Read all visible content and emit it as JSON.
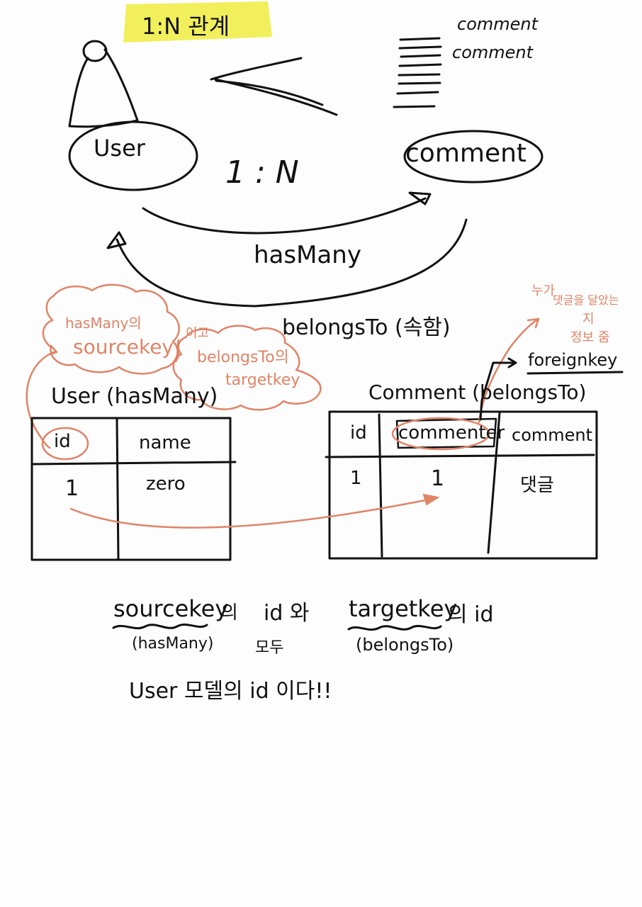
{
  "title": "1:N 관계",
  "top": {
    "comment_label_1": "comment",
    "comment_label_2": "comment",
    "user_node": "User",
    "comment_node": "comment",
    "ratio": "1 : N",
    "has_many": "hasMany",
    "belongs_to": "belongsTo (속함)"
  },
  "annotations": {
    "cloud_left_1": "hasMany의",
    "cloud_left_2": "sourcekey",
    "connector": "이고",
    "cloud_right_1": "belongsTo의",
    "cloud_right_2": "targetkey",
    "top_right_1": "누가",
    "top_right_2": "댓글을 달았는",
    "top_right_3": "지",
    "top_right_4": "정보 줌",
    "foreign_key": "foreignkey"
  },
  "user_table": {
    "caption": "User (hasMany)",
    "headers": [
      "id",
      "name"
    ],
    "rows": [
      [
        "1",
        "zero"
      ]
    ]
  },
  "comment_table": {
    "caption": "Comment (belongsTo)",
    "headers": [
      "id",
      "commenter",
      "comment"
    ],
    "rows": [
      [
        "1",
        "1",
        "댓글"
      ]
    ]
  },
  "bottom_note": {
    "line1_a": "sourcekey",
    "line1_b": "의",
    "line1_c": "id 와",
    "line1_d": "targetkey",
    "line1_e": "의 id",
    "line2_a": "(hasMany)",
    "line2_b": "모두",
    "line2_c": "(belongsTo)",
    "line3": "User 모델의 id 이다!!"
  },
  "colors": {
    "ink": "#111111",
    "annotation": "#e08468",
    "highlight": "#f2ef5c",
    "paper": "#fdfdfd"
  }
}
